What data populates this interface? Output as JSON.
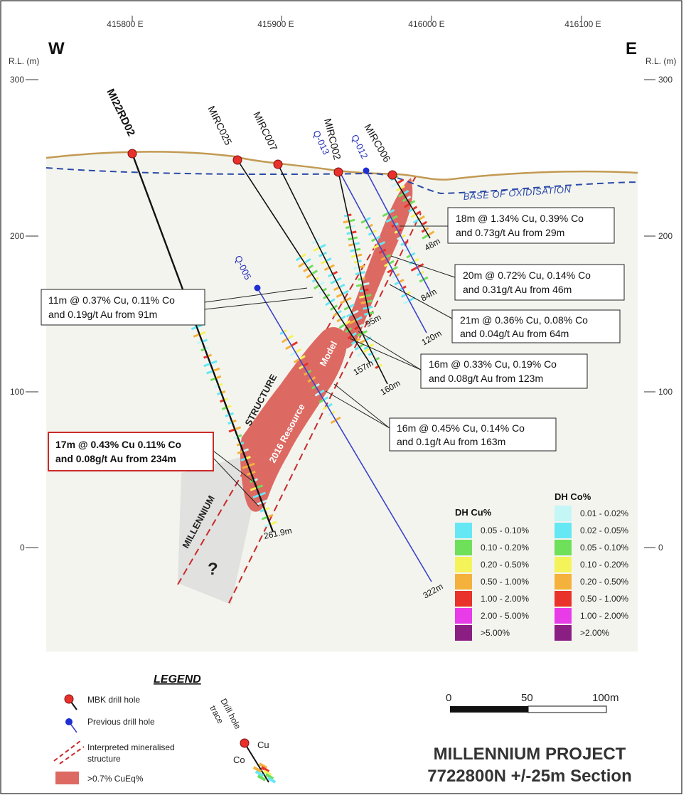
{
  "header": {
    "west": "W",
    "east": "E",
    "rl_label": "R.L. (m)",
    "eastings": [
      "415800 E",
      "415900 E",
      "416000 E",
      "416100 E"
    ],
    "rl_values": [
      "300",
      "200",
      "100",
      "0"
    ]
  },
  "section": {
    "oxidisation_label": "BASE OF OXIDISATION",
    "structure_label_1": "MILLENNIUM",
    "structure_label_2": "STRUCTURE",
    "resource_label_1": "2016 Resource",
    "resource_label_2": "Model",
    "unknown_mark": "?"
  },
  "drill_holes": [
    {
      "name": "MI22RD02",
      "depth": "261.9m",
      "type": "mbk"
    },
    {
      "name": "MIRC025",
      "depth": "157m",
      "type": "mbk"
    },
    {
      "name": "MIRC007",
      "depth": "160m",
      "type": "mbk"
    },
    {
      "name": "MIRC002",
      "depth": "95m",
      "type": "mbk"
    },
    {
      "name": "MIRC006",
      "depth": "48m",
      "type": "mbk"
    },
    {
      "name": "Q-013",
      "depth": "120m",
      "type": "previous"
    },
    {
      "name": "Q-012",
      "depth": "84m",
      "type": "previous"
    },
    {
      "name": "Q-005",
      "depth": "322m",
      "type": "previous"
    }
  ],
  "intercepts": [
    {
      "line1": "18m @ 1.34% Cu, 0.39% Co",
      "line2": "and 0.73g/t Au from 29m"
    },
    {
      "line1": "20m @ 0.72% Cu, 0.14% Co",
      "line2": "and 0.31g/t Au from 46m"
    },
    {
      "line1": "21m @ 0.36% Cu, 0.08% Co",
      "line2": "and 0.04g/t Au from 64m"
    },
    {
      "line1": "16m @ 0.33% Cu, 0.19% Co",
      "line2": "and 0.08g/t Au from 123m"
    },
    {
      "line1": "16m @ 0.45% Cu, 0.14% Co",
      "line2": "and 0.1g/t Au from 163m"
    },
    {
      "line1": "11m @ 0.37% Cu, 0.11% Co",
      "line2": "and 0.19g/t Au from 91m"
    },
    {
      "line1": "17m @ 0.43% Cu 0.11% Co",
      "line2": "and 0.08g/t Au from 234m"
    }
  ],
  "cu_legend": {
    "title": "DH Cu%",
    "items": [
      {
        "label": "0.05 - 0.10%",
        "color": "#66e8f4"
      },
      {
        "label": "0.10 - 0.20%",
        "color": "#6ee05a"
      },
      {
        "label": "0.20 - 0.50%",
        "color": "#f4f45a"
      },
      {
        "label": "0.50 - 1.00%",
        "color": "#f4b23c"
      },
      {
        "label": "1.00 - 2.00%",
        "color": "#e8322a"
      },
      {
        "label": "2.00 - 5.00%",
        "color": "#e83ce8"
      },
      {
        "label": ">5.00%",
        "color": "#8a1e82"
      }
    ]
  },
  "co_legend": {
    "title": "DH Co%",
    "items": [
      {
        "label": "0.01 - 0.02%",
        "color": "#c4f6f6"
      },
      {
        "label": "0.02 - 0.05%",
        "color": "#66e8f4"
      },
      {
        "label": "0.05 - 0.10%",
        "color": "#6ee05a"
      },
      {
        "label": "0.10 - 0.20%",
        "color": "#f4f45a"
      },
      {
        "label": "0.20 - 0.50%",
        "color": "#f4b23c"
      },
      {
        "label": "0.50 - 1.00%",
        "color": "#e8322a"
      },
      {
        "label": "1.00 - 2.00%",
        "color": "#e83ce8"
      },
      {
        "label": ">2.00%",
        "color": "#8a1e82"
      }
    ]
  },
  "legend": {
    "title": "LEGEND",
    "mbk": "MBK drill hole",
    "previous": "Previous drill hole",
    "structure": "Interpreted mineralised",
    "structure_2": "structure",
    "cueq": ">0.7% CuEq%",
    "trace_1": "Drill hole",
    "trace_2": "trace",
    "cu": "Cu",
    "co": "Co"
  },
  "scale": {
    "labels": [
      "0",
      "50",
      "100m"
    ]
  },
  "title": {
    "line1": "MILLENNIUM PROJECT",
    "line2": "7722800N +/-25m Section"
  },
  "colors": {
    "mbk_collar": "#e8312a",
    "previous_collar": "#1f2fd0",
    "previous_trace": "#3b43c8",
    "topo": "#c29a52",
    "oxidisation": "#2a4aa8",
    "resource": "#dd6a62",
    "highlight_border": "#c92a2a"
  }
}
